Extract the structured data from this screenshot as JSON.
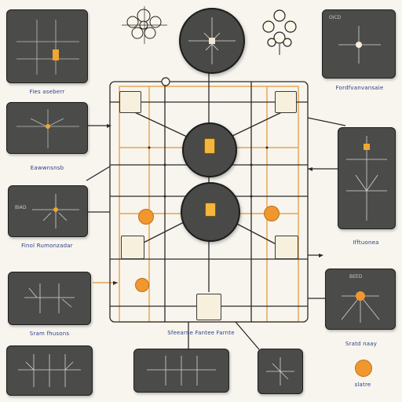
{
  "diagram": {
    "captions": {
      "left_top": "Fies aseberr",
      "left_mid": "Eawwnsnsb",
      "left_lower": "Finol Rumonzadar",
      "left_bottom": "Sram fhusons",
      "right_top": "Fordfvanvansaie",
      "right_mid": "Ifftuonea",
      "right_lower": "Sratd naay",
      "center_bottom": "Sfeearne Fantee Farnte",
      "bottom_right": "slatre"
    },
    "tags": {
      "left_mid_panel": "BIAD",
      "right_top_panel": "OICD",
      "right_lower_panel": "BEED"
    },
    "colors": {
      "panel": "#4b4b49",
      "wire_orange": "#e9a14a",
      "wire_dark": "#2a2a2a",
      "caption": "#2e3e86",
      "accent": "#f0972f"
    }
  }
}
